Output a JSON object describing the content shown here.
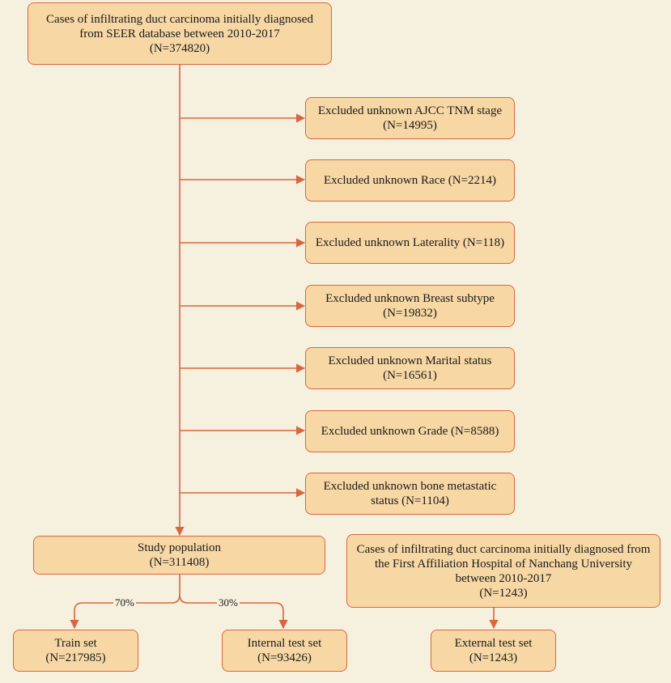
{
  "boxes": {
    "source": {
      "line1": "Cases of infiltrating duct carcinoma initially diagnosed",
      "line2": "from SEER database between 2010-2017",
      "line3": "(N=374820)"
    },
    "exclusions": [
      {
        "line1": "Excluded unknown AJCC TNM stage",
        "line2": "(N=14995)"
      },
      {
        "line1": "Excluded unknown Race (N=2214)",
        "line2": ""
      },
      {
        "line1": "Excluded unknown Laterality (N=118)",
        "line2": ""
      },
      {
        "line1": "Excluded unknown Breast subtype",
        "line2": "(N=19832)"
      },
      {
        "line1": "Excluded unknown Marital status",
        "line2": "(N=16561)"
      },
      {
        "line1": "Excluded unknown Grade (N=8588)",
        "line2": ""
      },
      {
        "line1": "Excluded unknown bone metastatic",
        "line2": "status (N=1104)"
      }
    ],
    "study": {
      "line1": "Study population",
      "line2": "(N=311408)"
    },
    "external_source": {
      "line1": "Cases of infiltrating duct carcinoma initially diagnosed from",
      "line2": "the First Affiliation Hospital of Nanchang University",
      "line3": "between 2010-2017",
      "line4": "(N=1243)"
    },
    "train": {
      "line1": "Train set",
      "line2": "(N=217985)"
    },
    "internal_test": {
      "line1": "Internal test set",
      "line2": "(N=93426)"
    },
    "external_test": {
      "line1": "External test set",
      "line2": "(N=1243)"
    }
  },
  "split_labels": {
    "train": "70%",
    "test": "30%"
  },
  "colors": {
    "background": "#f6f0de",
    "box_fill": "#f7d8a5",
    "box_border": "#d9663f",
    "arrow": "#d9663f"
  }
}
